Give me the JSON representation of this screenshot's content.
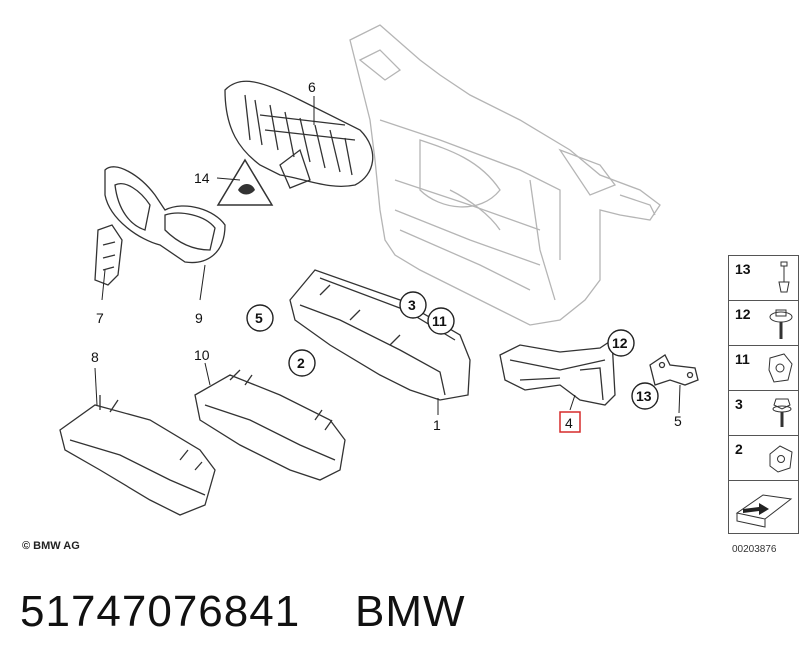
{
  "callouts": {
    "c1": "1",
    "c2": "2",
    "c3": "3",
    "c4": "4",
    "c5": "5",
    "c5b": "5",
    "c6": "6",
    "c7": "7",
    "c8": "8",
    "c9": "9",
    "c10": "10",
    "c11": "11",
    "c12": "12",
    "c13": "13",
    "c14": "14"
  },
  "legend": [
    {
      "label": "13",
      "icon": "clip-rivet-icon"
    },
    {
      "label": "12",
      "icon": "screw-with-washer-icon"
    },
    {
      "label": "11",
      "icon": "spring-nut-icon"
    },
    {
      "label": "3",
      "icon": "screw-icon"
    },
    {
      "label": "2",
      "icon": "clip-nut-icon"
    },
    {
      "label": "",
      "icon": "arrow-marker-icon"
    }
  ],
  "footer": {
    "copyright": "© BMW AG",
    "drawing_id": "00203876",
    "part_number": "51747076841",
    "brand": "BMW"
  },
  "colors": {
    "highlight_box": "#d62b2b",
    "line": "#333333",
    "ghost_line": "#b0b0b0"
  }
}
